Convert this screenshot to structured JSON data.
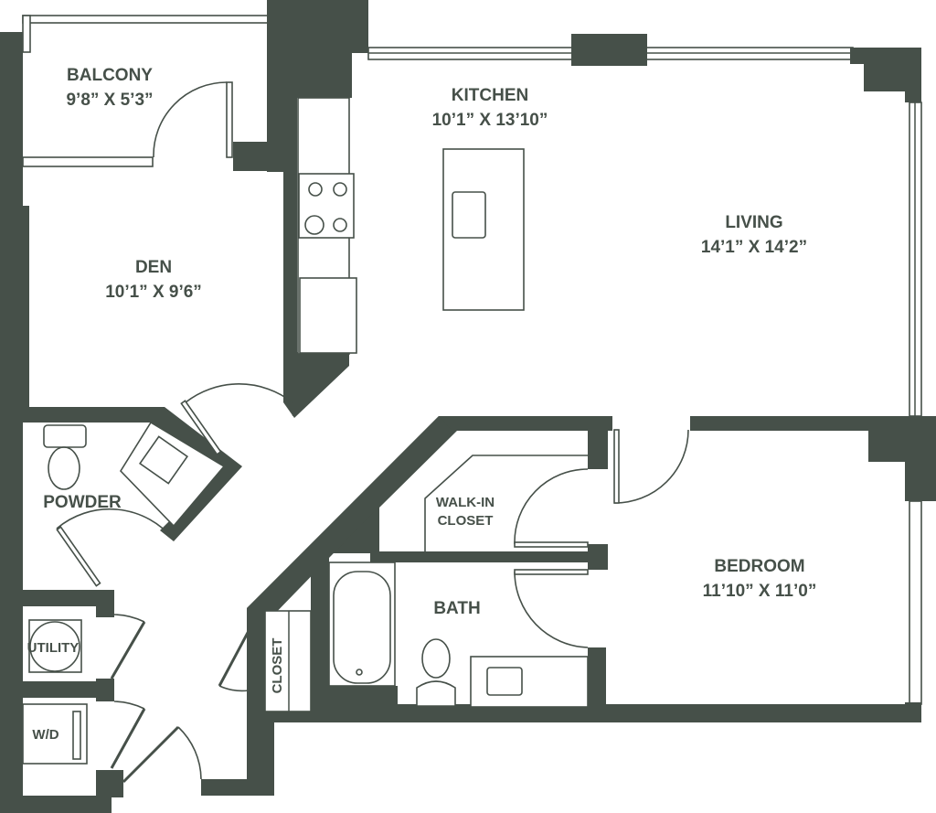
{
  "rooms": {
    "balcony": {
      "name": "BALCONY",
      "size": "9’8” X 5’3”"
    },
    "kitchen": {
      "name": "KITCHEN",
      "size": "10’1” X 13’10”"
    },
    "living": {
      "name": "LIVING",
      "size": "14’1” X 14’2”"
    },
    "den": {
      "name": "DEN",
      "size": "10’1” X 9’6”"
    },
    "powder": {
      "name": "POWDER"
    },
    "walk_in_closet": {
      "name_line1": "WALK-IN",
      "name_line2": "CLOSET"
    },
    "bedroom": {
      "name": "BEDROOM",
      "size": "11’10” X 11’0”"
    },
    "bath": {
      "name": "BATH"
    },
    "utility": {
      "name": "UTILITY"
    },
    "wd": {
      "name": "W/D"
    },
    "closet": {
      "name": "CLOSET"
    }
  },
  "colors": {
    "wall": "#465049"
  }
}
